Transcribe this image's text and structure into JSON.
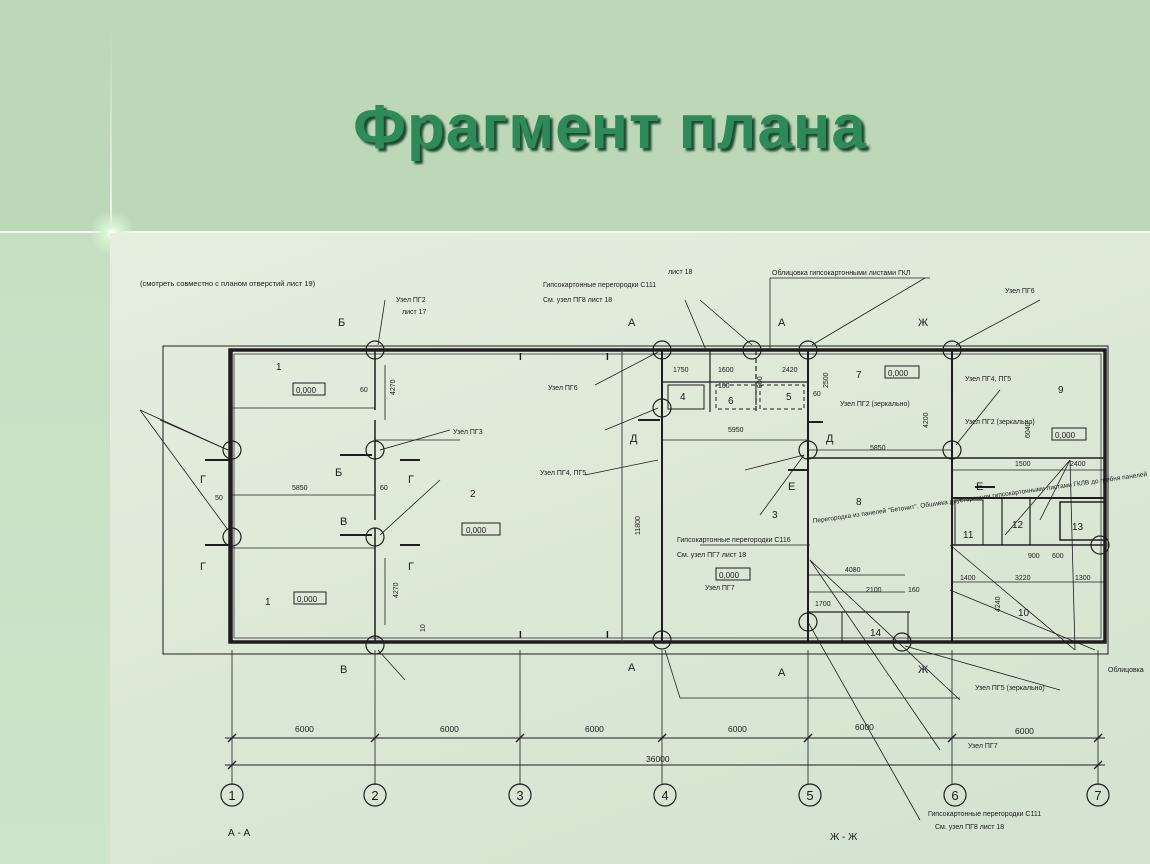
{
  "slide": {
    "title": "Фрагмент плана"
  },
  "plan": {
    "note_top": "(смотреть совместно с планом отверстий лист 19)",
    "callouts": {
      "gkl_partitions": "Гипсокартонные перегородки С111",
      "sheet_18": "лист 18",
      "node_pg8_sheet18": "См. узел ПГ8 лист 18",
      "gkl_lining": "Облицовка гипсокартонными листами ГКЛ",
      "node_pg2": "Узел ПГ2",
      "sheet_17": "лист 17",
      "node_pg3": "Узел ПГ3",
      "node_pg6": "Узел ПГ6",
      "node_pg4_pg5": "Узел ПГ4, ПГ5",
      "node_pg2_mirror": "Узел ПГ2 (зеркально)",
      "node_pg6_right": "Узел ПГ6",
      "node_pg7": "Узел ПГ7",
      "node_pg5_mirror": "Узел ПГ5 (зеркально)",
      "partition_panels": "Перегородка из панелей \"Бетонит\". Обшивка двусторонняя гипсокартонными листами ГКЛВ до гребня панелей",
      "gkl_partitions_c16": "Гипсокартонные перегородки С116",
      "node_pg7_sheet18": "См. узел ПГ7 лист 18",
      "gkl_bottom": "Гипсокартонные перегородки С111",
      "node_pg8_bottom": "См. узел ПГ8 лист 18",
      "lining_right": "Облицовка"
    },
    "section_marks": [
      "Б",
      "А",
      "А",
      "Ж",
      "В",
      "Г",
      "Д",
      "Е"
    ],
    "section_labels_bottom": [
      "А - А",
      "Ж - Ж"
    ],
    "rooms": [
      "1",
      "2",
      "3",
      "4",
      "5",
      "6",
      "7",
      "8",
      "9",
      "10",
      "11",
      "12",
      "13",
      "14"
    ],
    "level_marks": [
      "0,000"
    ],
    "axes": [
      "1",
      "2",
      "3",
      "4",
      "5",
      "6",
      "7"
    ],
    "spans": [
      "6000",
      "6000",
      "6000",
      "6000",
      "6000",
      "6000"
    ],
    "total_length": "36000",
    "dims": [
      "60",
      "4270",
      "5850",
      "60",
      "4270",
      "10",
      "50",
      "11800",
      "1750",
      "1600",
      "2420",
      "900",
      "100",
      "2500",
      "60",
      "4200",
      "5950",
      "5850",
      "2100",
      "4080",
      "160",
      "1700",
      "3220",
      "1300",
      "1400",
      "4240",
      "1500",
      "2400",
      "6040",
      "900",
      "600"
    ]
  }
}
